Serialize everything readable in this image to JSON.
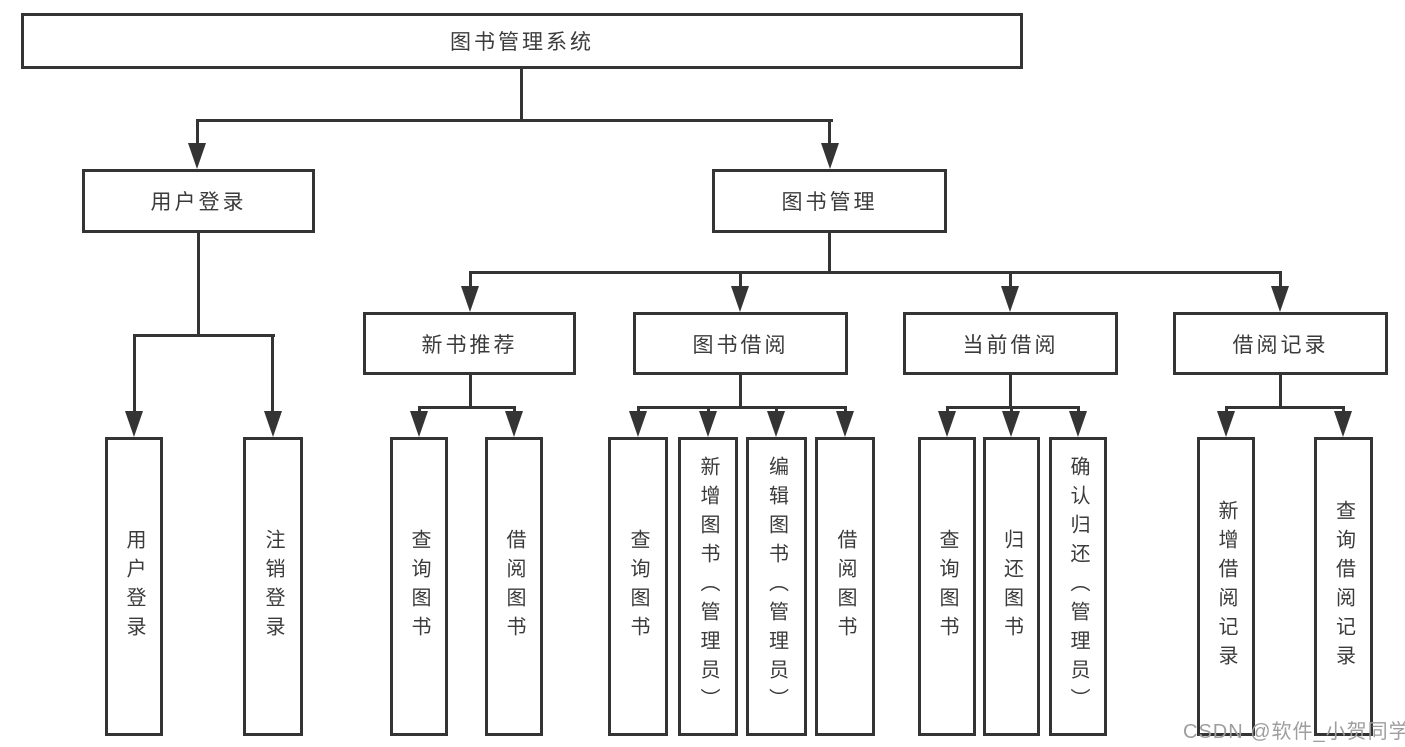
{
  "tree": {
    "label": "图书管理系统",
    "children": [
      {
        "label": "用户登录",
        "children": [
          {
            "label": "用户登录"
          },
          {
            "label": "注销登录"
          }
        ]
      },
      {
        "label": "图书管理",
        "children": [
          {
            "label": "新书推荐",
            "children": [
              {
                "label": "查询图书"
              },
              {
                "label": "借阅图书"
              }
            ]
          },
          {
            "label": "图书借阅",
            "children": [
              {
                "label": "查询图书"
              },
              {
                "label": "新增图书（管理员）"
              },
              {
                "label": "编辑图书（管理员）"
              },
              {
                "label": "借阅图书"
              }
            ]
          },
          {
            "label": "当前借阅",
            "children": [
              {
                "label": "查询图书"
              },
              {
                "label": "归还图书"
              },
              {
                "label": "确认归还（管理员）"
              }
            ]
          },
          {
            "label": "借阅记录",
            "children": [
              {
                "label": "新增借阅记录"
              },
              {
                "label": "查询借阅记录"
              }
            ]
          }
        ]
      }
    ]
  },
  "watermark": "CSDN @软件_小贺同学",
  "colors": {
    "line": "#343434",
    "text": "#3b3b3b",
    "box_background": "#ffffff",
    "watermark": "#9e9e9e",
    "page_background": "#ffffff"
  }
}
